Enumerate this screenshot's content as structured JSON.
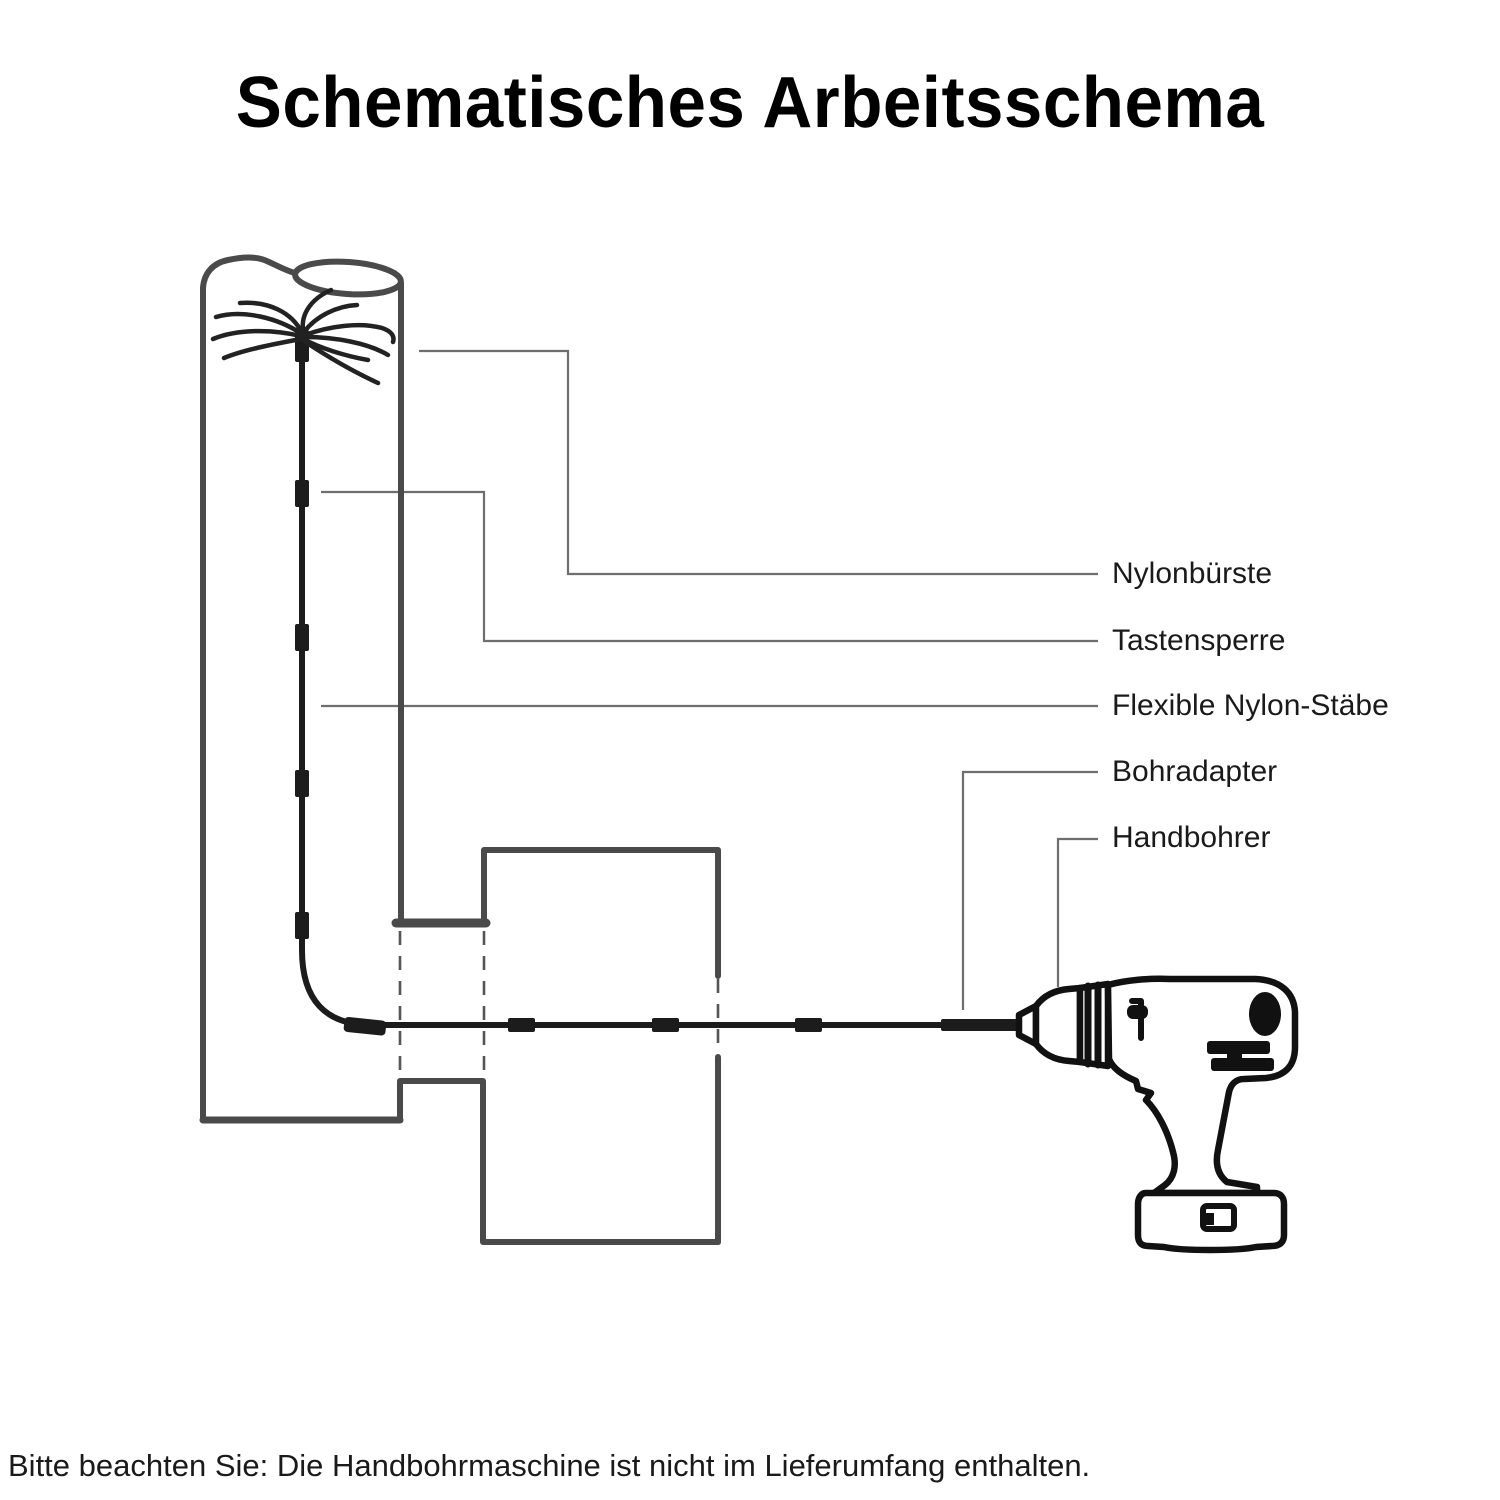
{
  "title": "Schematisches Arbeitsschema",
  "diagram": {
    "labels": [
      {
        "text": "Nylonbürste",
        "target": "nylon-brush"
      },
      {
        "text": "Tastensperre",
        "target": "button-lock-connector"
      },
      {
        "text": "Flexible Nylon-Stäbe",
        "target": "flexible-nylon-rods"
      },
      {
        "text": "Bohradapter",
        "target": "drill-adapter"
      },
      {
        "text": "Handbohrer",
        "target": "hand-drill"
      }
    ],
    "colors": {
      "background": "#ffffff",
      "structure_outline": "#4a4a4a",
      "hidden_edges_dashed": "#555555",
      "rod_and_drill": "#1c1c1c",
      "leader_lines": "#6e6e6e",
      "text": "#1a1a1a"
    }
  },
  "footer": {
    "note": "Bitte beachten Sie: Die Handbohrmaschine ist nicht im Lieferumfang enthalten."
  }
}
